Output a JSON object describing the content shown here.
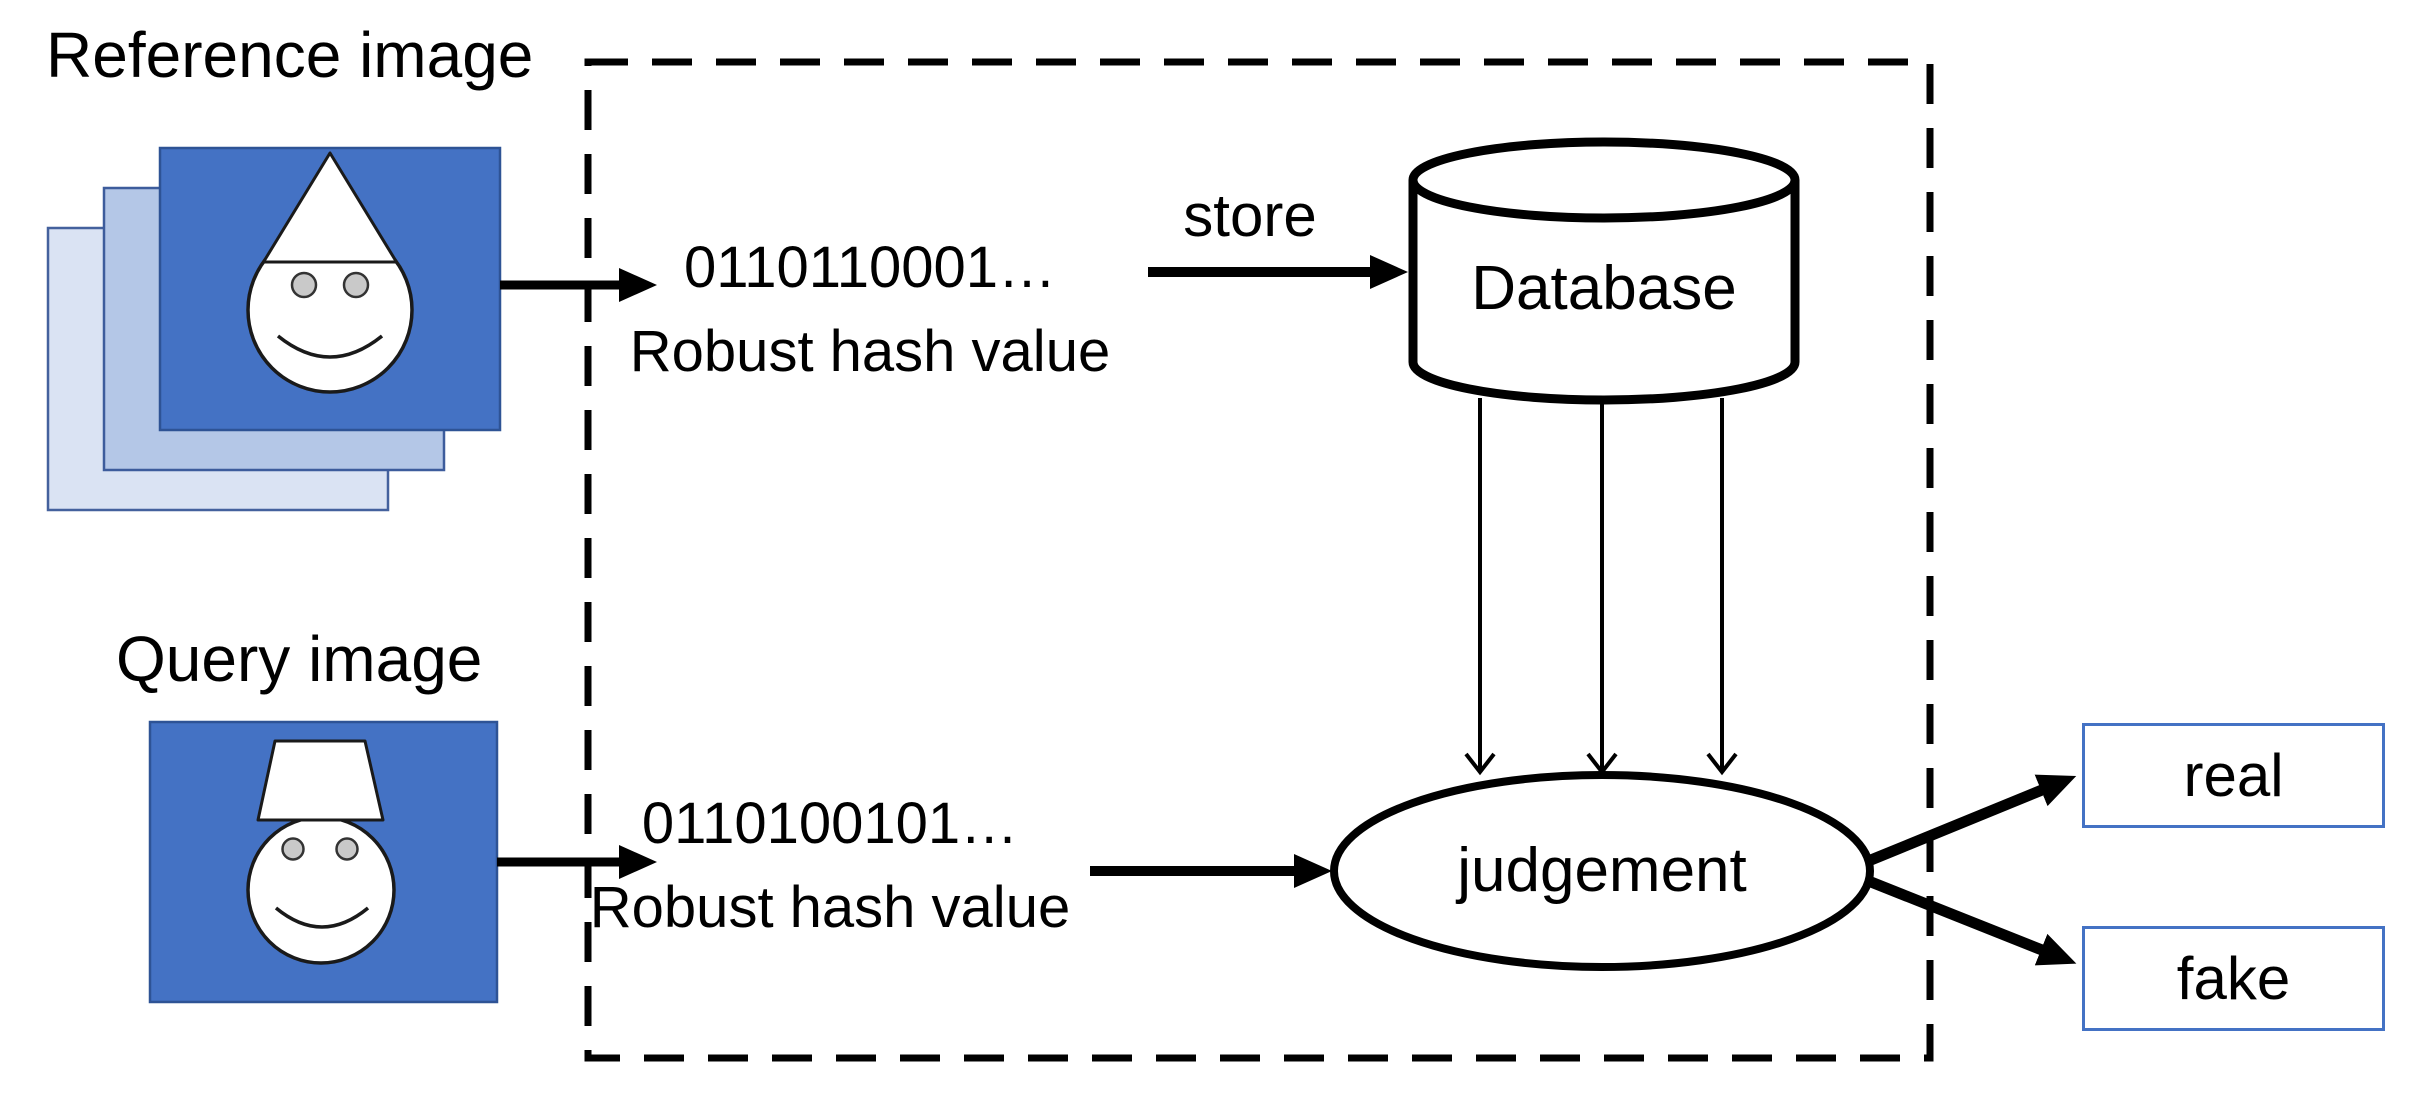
{
  "reference_section": {
    "label": "Reference image",
    "hash_value": "0110110001…",
    "hash_caption": "Robust hash value"
  },
  "query_section": {
    "label": "Query image",
    "hash_value": "0110100101…",
    "hash_caption": "Robust hash value"
  },
  "pipeline": {
    "store_label": "store",
    "database_label": "Database",
    "judgement_label": "judgement"
  },
  "outputs": {
    "real_label": "real",
    "fake_label": "fake"
  },
  "colors": {
    "primary_blue": "#4472C4",
    "stack_middle_blue": "#B4C7E7",
    "stack_back_blue": "#DAE3F3",
    "square_border": "#2E5395",
    "output_box_border": "#4472C4",
    "eye_gray": "#C9C9C9",
    "line_black": "#000000"
  }
}
